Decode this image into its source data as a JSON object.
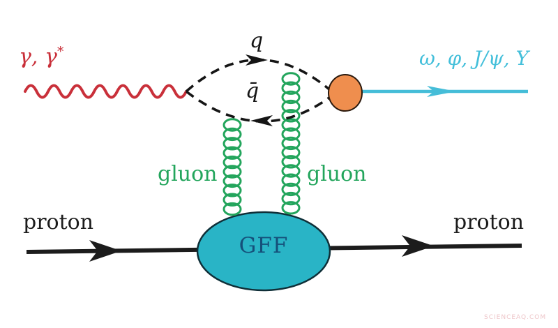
{
  "labels": {
    "photon": {
      "base": "γ, γ",
      "sup": "*"
    },
    "quark": "q",
    "antiquark": "q̄",
    "mesons": "ω, φ, J/ψ, Υ",
    "gluon_left": "gluon",
    "gluon_right": "gluon",
    "gff": "GFF",
    "proton_left": "proton",
    "proton_right": "proton",
    "watermark": "SCIENCEAQ.COM"
  },
  "colors": {
    "photon_red": "#c9303a",
    "quark_black": "#151515",
    "gluon_green": "#23a55c",
    "meson_cyan": "#45bdd8",
    "blob_orange": "#ef8e4e",
    "gff_fill_teal": "#29b4c6",
    "gff_text_navy": "#15507a",
    "proton_black": "#1c1c1c",
    "watermark_pink": "#eec6c9"
  }
}
